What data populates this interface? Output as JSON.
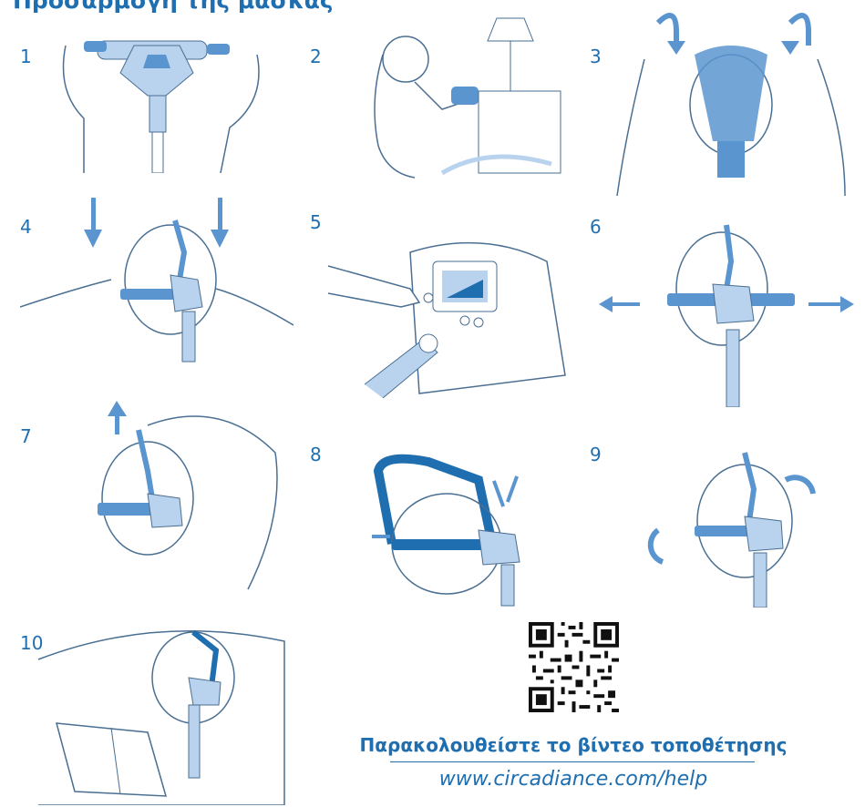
{
  "title": "Προσαρμογή της μάσκας",
  "steps": [
    {
      "num": "1"
    },
    {
      "num": "2"
    },
    {
      "num": "3"
    },
    {
      "num": "4"
    },
    {
      "num": "5"
    },
    {
      "num": "6"
    },
    {
      "num": "7"
    },
    {
      "num": "8"
    },
    {
      "num": "9"
    },
    {
      "num": "10"
    }
  ],
  "video": {
    "label": "Παρακολουθείστε το βίντεο τοποθέτησης",
    "url": "www.circadiance.com/help"
  },
  "colors": {
    "accent": "#1f6fb0",
    "mask": "#5b95d0",
    "mask_light": "#b9d3ee",
    "line": "#4a6f92"
  }
}
